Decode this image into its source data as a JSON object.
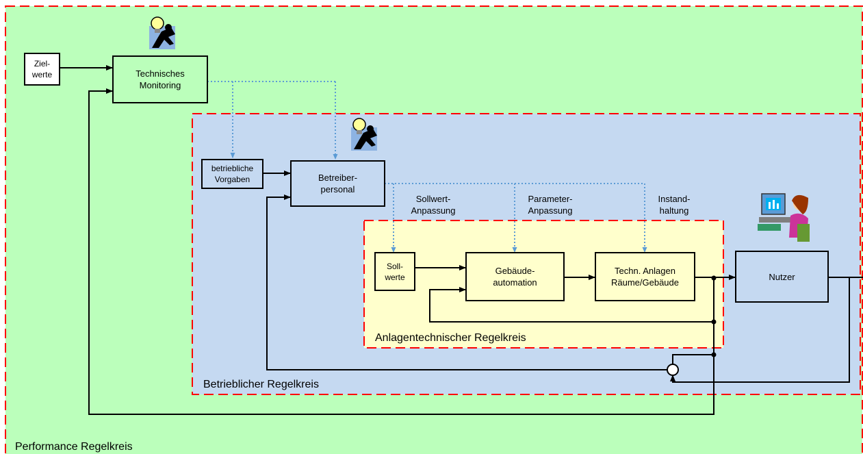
{
  "regions": {
    "performance": "Performance Regelkreis",
    "operational": "Betrieblicher Regelkreis",
    "technical": "Anlagentechnischer Regelkreis"
  },
  "boxes": {
    "zielwerte": "Ziel-\nwerte",
    "monitoring": "Technisches\nMonitoring",
    "vorgaben": "betriebliche\nVorgaben",
    "betreiber": "Betreiber-\npersonal",
    "sollwerte": "Soll-\nwerte",
    "automation": "Gebäude-\nautomation",
    "anlagen": "Techn. Anlagen\nRäume/Gebäude",
    "nutzer": "Nutzer"
  },
  "annotations": {
    "sollwert": "Sollwert-\nAnpassung",
    "parameter": "Parameter-\nAnpassung",
    "instand": "Instand-\nhaltung"
  },
  "colors": {
    "outer_fill": "#bbffbb",
    "middle_fill": "#c5d9f1",
    "inner_fill": "#ffffcc",
    "dash_border": "#ff0000",
    "dotted_arrow": "#5b9bd5"
  },
  "icons": [
    "idea-person-icon",
    "idea-person-icon",
    "computer-user-icon"
  ]
}
